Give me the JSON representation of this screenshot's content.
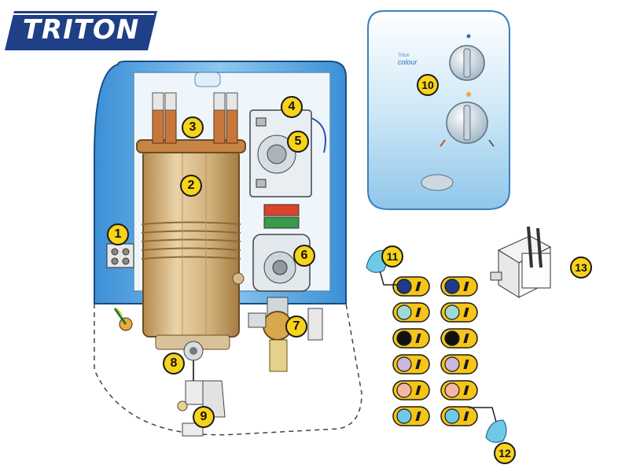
{
  "brand": {
    "logo_text": "TRITON"
  },
  "panel": {
    "brand_text": "colour",
    "brand_sub": "Triton"
  },
  "callouts": [
    {
      "id": "1",
      "label": "1"
    },
    {
      "id": "2",
      "label": "2"
    },
    {
      "id": "3",
      "label": "3"
    },
    {
      "id": "4",
      "label": "4"
    },
    {
      "id": "5",
      "label": "5"
    },
    {
      "id": "6",
      "label": "6"
    },
    {
      "id": "7",
      "label": "7"
    },
    {
      "id": "8",
      "label": "8"
    },
    {
      "id": "9",
      "label": "9"
    },
    {
      "id": "10",
      "label": "10"
    },
    {
      "id": "11",
      "label": "11"
    },
    {
      "id": "12",
      "label": "12"
    },
    {
      "id": "13",
      "label": "13"
    }
  ],
  "trims": {
    "left": [
      "#1e3a8a",
      "#9fd8d6",
      "#111111",
      "#c9b8dc",
      "#f2b8a6",
      "#6ec9e6"
    ],
    "right": [
      "#1e3a8a",
      "#9fd8d6",
      "#111111",
      "#c9b8dc",
      "#f2b8a6",
      "#6ec9e6"
    ],
    "tag_color": "#f5c518"
  },
  "colors": {
    "case_blue": "#5aa9e6",
    "heater_tan": "#d7b98a",
    "logo_blue": "#1f3f86"
  }
}
